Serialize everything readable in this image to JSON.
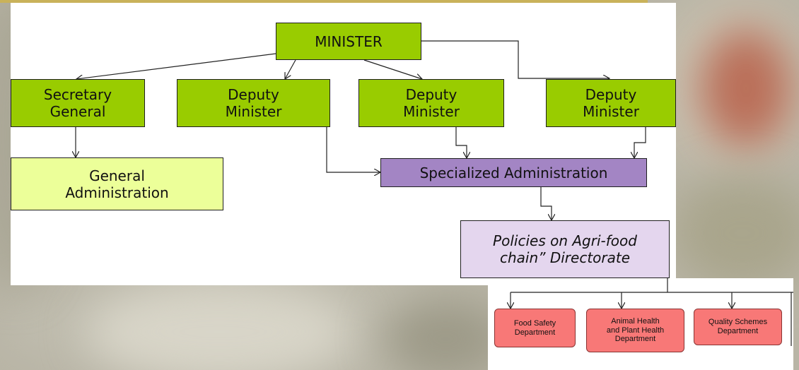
{
  "diagram": {
    "minister": "MINISTER",
    "secretary_general": "Secretary\nGeneral",
    "deputy_ministers": [
      "Deputy\nMinister",
      "Deputy\nMinister",
      "Deputy\nMinister"
    ],
    "general_administration": "General\nAdministration",
    "specialized_administration": "Specialized Administration",
    "directorate": "Policies on Agri-food\nchain” Directorate",
    "departments": [
      "Food Safety\nDepartment",
      "Animal Health\nand Plant Health\nDepartment",
      "Quality Schemes\nDepartment"
    ]
  },
  "colors": {
    "green": "#99cc00",
    "light_green": "#ecff99",
    "purple": "#a385c4",
    "lavender": "#e4d6ee",
    "red": "#f87877"
  }
}
